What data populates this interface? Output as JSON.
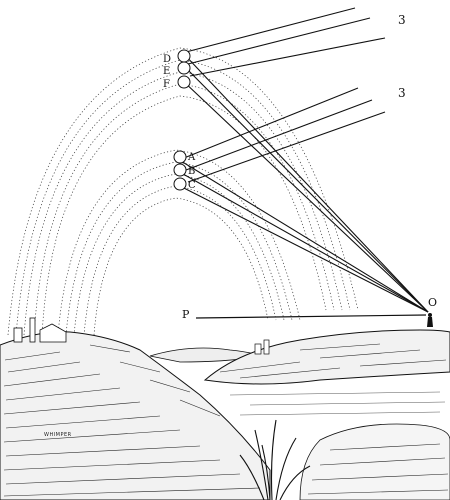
{
  "labels": {
    "upper_drops": [
      "D",
      "E",
      "F"
    ],
    "lower_drops": [
      "A",
      "B",
      "C"
    ],
    "upper_number": "3",
    "lower_number": "3",
    "observer": "O",
    "horizon_point": "P",
    "engraver_signature": "WHIMPER"
  }
}
